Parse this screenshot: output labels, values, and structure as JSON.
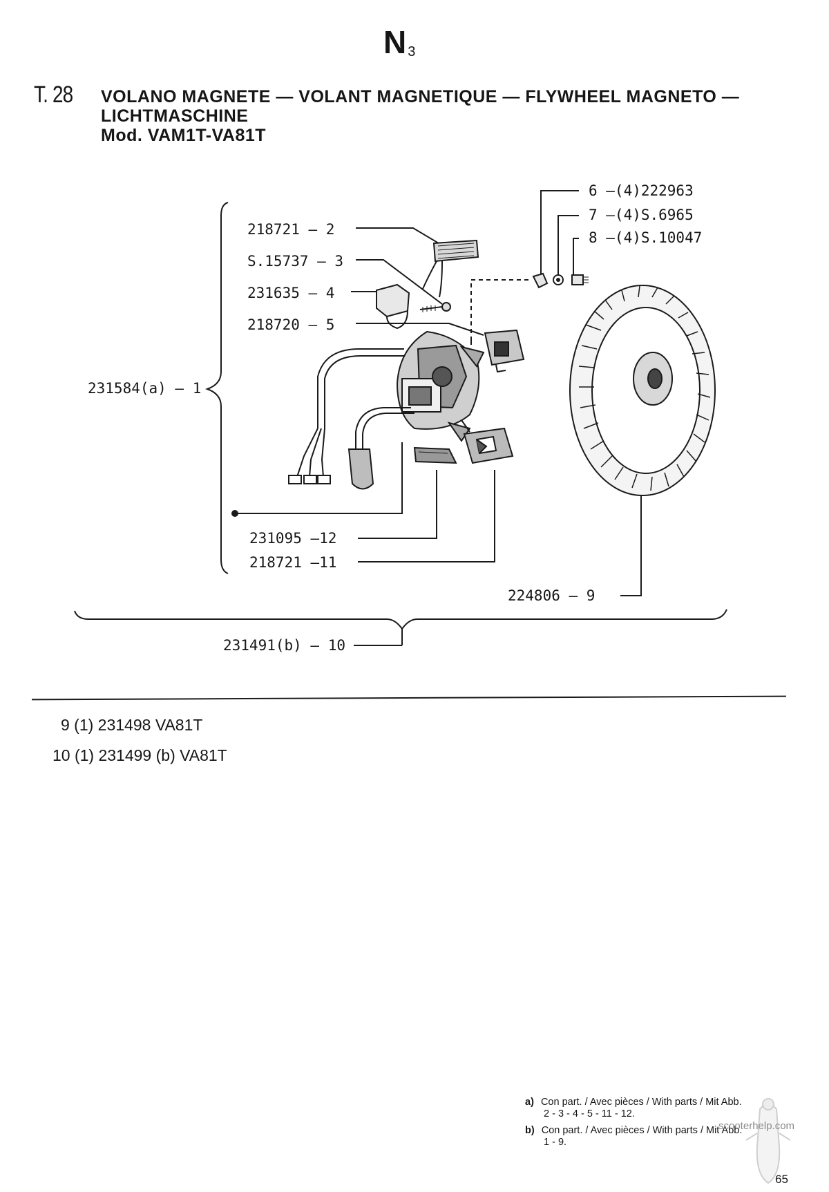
{
  "header": {
    "section_letter": "N",
    "section_sub": "3",
    "table_no": "T. 28",
    "title_line1": "VOLANO MAGNETE — VOLANT MAGNETIQUE — FLYWHEEL MAGNETO —",
    "title_line2": "LICHTMASCHINE",
    "title_line3": "Mod. VAM1T-VA81T"
  },
  "callouts": {
    "c1": "231584(a) — 1",
    "c2": "218721 — 2",
    "c3": "S.15737 — 3",
    "c4": "231635 — 4",
    "c5": "218720 — 5",
    "c6": "6 —(4)222963",
    "c7": "7 —(4)S.6965",
    "c8": "8 —(4)S.10047",
    "c9": "224806 — 9",
    "c10": "231491(b) — 10",
    "c11": "218721 —11",
    "c12": "231095 —12"
  },
  "variants": {
    "row1": "9 (1) 231498 VA81T",
    "row2": "10 (1) 231499 (b) VA81T"
  },
  "footnotes": {
    "a_key": "a)",
    "a_line1": "Con part. / Avec pièces / With parts / Mit Abb.",
    "a_line2": "2 - 3 - 4 - 5 - 11 - 12.",
    "b_key": "b)",
    "b_line1": "Con part. / Avec pièces / With parts / Mit Abb.",
    "b_line2": "1 - 9."
  },
  "watermark": "scooterhelp.com",
  "page_number": "65"
}
